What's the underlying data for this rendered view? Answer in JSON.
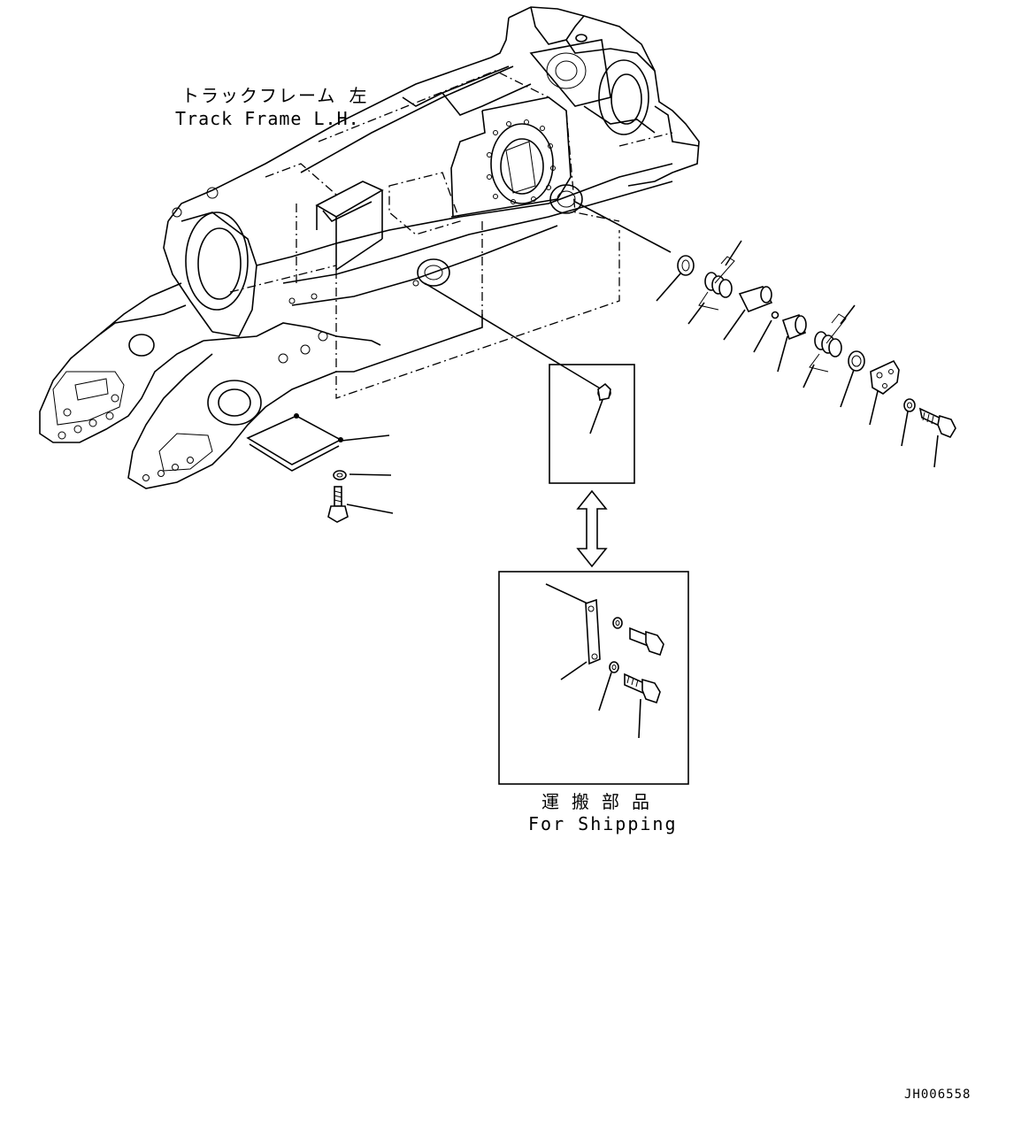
{
  "diagram": {
    "title_jp": "トラックフレーム 左",
    "title_en": "Track Frame L.H.",
    "shipping_jp": "運搬部品",
    "shipping_en": "For Shipping",
    "drawing_code": "JH006558"
  }
}
